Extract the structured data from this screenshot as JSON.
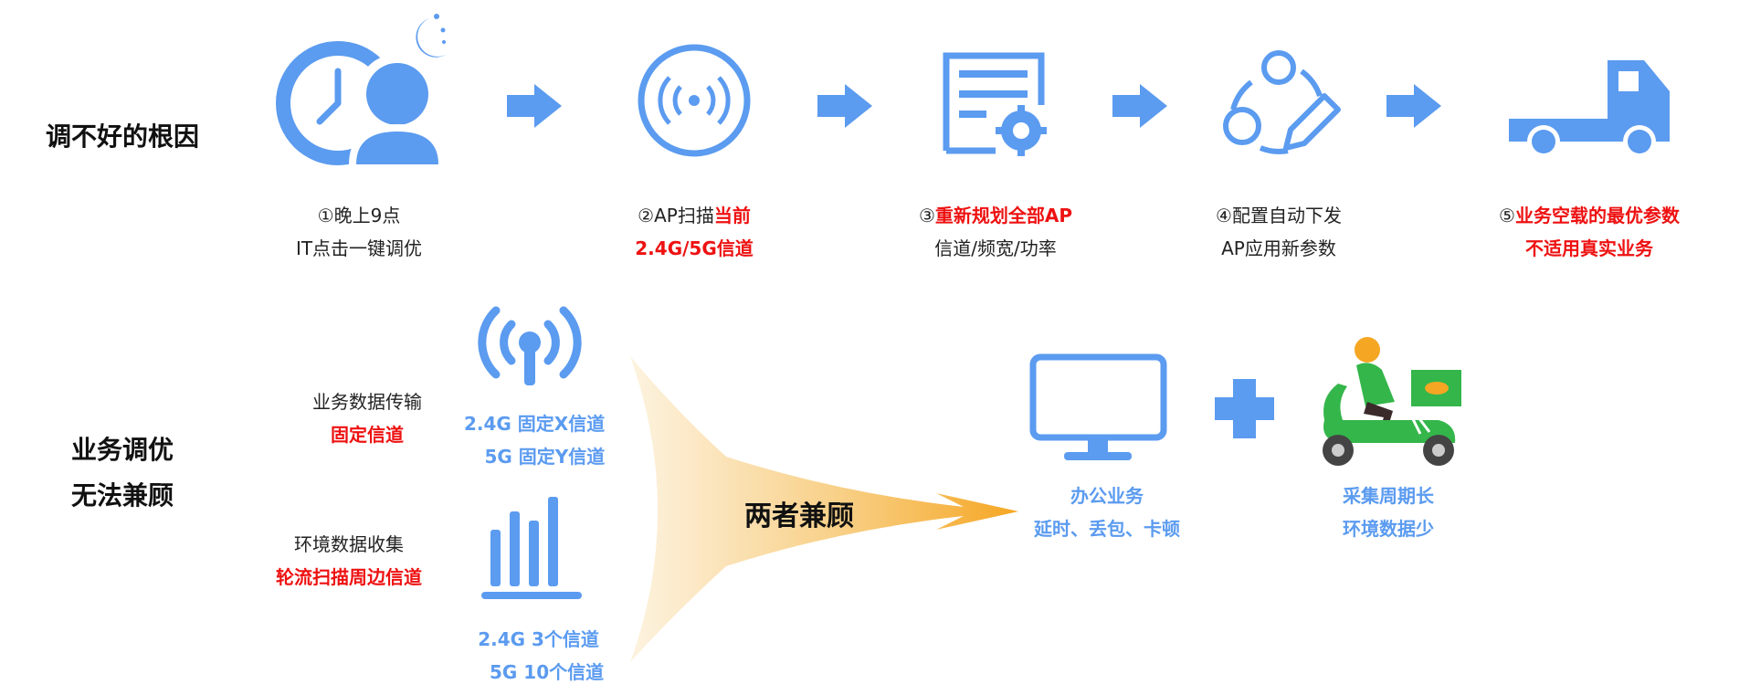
{
  "row1": {
    "title": "调不好的根因",
    "steps": [
      {
        "line1_a": "①晚上9点",
        "line1_b": "",
        "line2": "IT点击一键调优",
        "icon": "person-clock-moon-icon"
      },
      {
        "line1_a": "②AP扫描",
        "line1_b": "当前",
        "line2": "2.4G/5G信道",
        "icon": "wifi-ap-icon"
      },
      {
        "line1_a": "③",
        "line1_b": "重新规划全部AP",
        "line2": "信道/频宽/功率",
        "icon": "document-gear-icon"
      },
      {
        "line1_a": "④配置自动下发",
        "line1_b": "",
        "line2": "AP应用新参数",
        "icon": "network-edit-icon"
      },
      {
        "line1_a": "⑤",
        "line1_b": "业务空载的最优参数",
        "line2": "不适用真实业务",
        "icon": "truck-icon"
      }
    ]
  },
  "row2": {
    "title_line1": "业务调优",
    "title_line2": "无法兼顾",
    "service_label": "业务数据传输",
    "service_highlight": "固定信道",
    "service_channel_24g": "2.4G 固定X信道",
    "service_channel_5g": "5G 固定Y信道",
    "env_label": "环境数据收集",
    "env_highlight": "轮流扫描周边信道",
    "env_channel_24g": "2.4G 3个信道",
    "env_channel_5g": "5G 10个信道",
    "merge_label": "两者兼顾",
    "office_line1": "办公业务",
    "office_line2": "延时、丢包、卡顿",
    "collect_line1": "采集周期长",
    "collect_line2": "环境数据少"
  },
  "colors": {
    "icon_blue": "#5b9bf0",
    "highlight_red": "#ee1111",
    "funnel_orange": "#f5a623",
    "scooter_green": "#34b64a"
  }
}
